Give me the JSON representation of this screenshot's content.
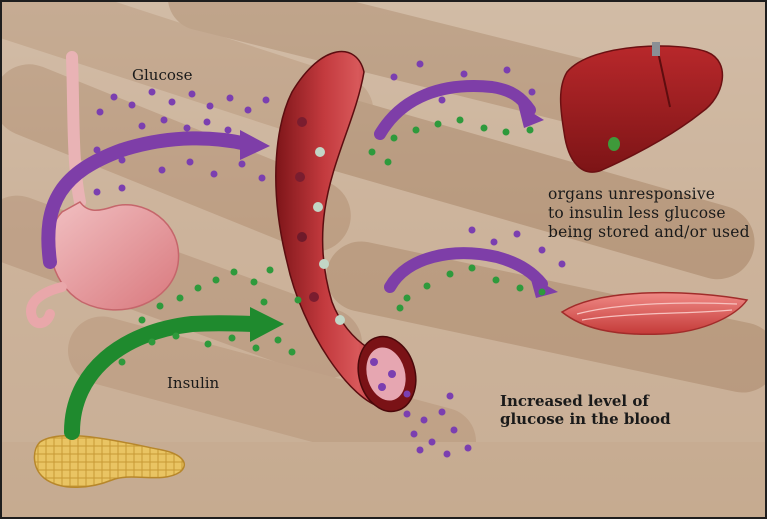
{
  "labels": {
    "glucose": "Glucose",
    "insulin": "Insulin",
    "organs_line1": "organs unresponsive",
    "organs_line2": "to insulin less glucose",
    "organs_line3": "being stored and/or used",
    "blood_line1": "Increased level of",
    "blood_line2": "glucose in the blood"
  },
  "colors": {
    "glucose_dot": "#7b3fb0",
    "insulin_dot": "#2e9a3c",
    "glucose_arrow": "#7e3ea8",
    "insulin_arrow": "#1f8a2e",
    "vessel": "#a6262c",
    "liver": "#9e1f22",
    "stomach": "#e7a0a4",
    "pancreas": "#e8c25a",
    "muscle": "#d9534f",
    "background": "#d3bca5"
  },
  "icons": {
    "blood_vessel": "blood-vessel-icon",
    "stomach": "stomach-icon",
    "pancreas": "pancreas-icon",
    "liver": "liver-icon",
    "muscle": "muscle-icon"
  }
}
